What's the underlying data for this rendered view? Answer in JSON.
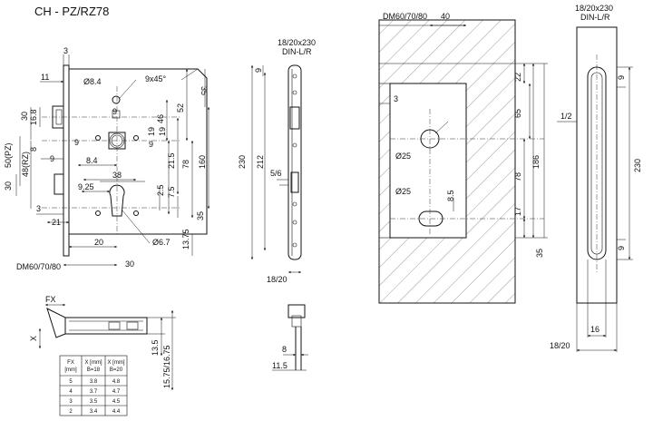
{
  "title": "CH - PZ/RZ78",
  "labels": {
    "d3_top": "3",
    "d11": "11",
    "d84": "Ø8.4",
    "chamfer": "9x45°",
    "d35a": "35",
    "d16_8": "16.8",
    "d30a": "30",
    "d9a": "9",
    "d8a": "8",
    "d9b": "9",
    "d9c": "9",
    "d50pz": "50(PZ)",
    "d48rz": "48(RZ)",
    "d9d": "9",
    "d30b": "30",
    "d8_4": "8.4",
    "d38": "38",
    "d9_25": "9.25",
    "d3b": "3",
    "d21": "21",
    "d20": "20",
    "d6_7": "Ø6.7",
    "d30c": "30",
    "d52": "52",
    "d46": "46",
    "d19a": "19",
    "d19b": "19",
    "d21_5": "21.5",
    "d78": "78",
    "d160": "160",
    "d7_5": "7.5",
    "d2_5": "2.5",
    "d35b": "35",
    "d13_75": "13.75",
    "dm_left": "DM60/70/80",
    "fp_top": "18/20x230",
    "fp_din": "DIN-L/R",
    "d9e": "9",
    "d212": "212",
    "d230a": "230",
    "d5_6": "5/6",
    "d18_20a": "18/20",
    "fx": "FX",
    "x": "X",
    "d13_5": "13.5",
    "d15_75": "15.75/16.75",
    "d8b": "8",
    "d11_5": "11.5",
    "dm_right": "DM60/70/80",
    "d40": "40",
    "d3c": "3",
    "d25a": "Ø25",
    "d25b": "Ø25",
    "d8_5": "8.5",
    "d22": "22",
    "d65": "65",
    "d186": "186",
    "d78b": "78",
    "d17": "17",
    "d35c": "35",
    "fp2_top": "18/20x230",
    "fp2_din": "DIN-L/R",
    "d9f": "9",
    "d1_2": "1/2",
    "d230b": "230",
    "d9g": "9",
    "d16": "16",
    "d18_20b": "18/20"
  },
  "table": {
    "headers": [
      [
        "FX",
        "[mm]"
      ],
      [
        "X [mm]",
        "B=18"
      ],
      [
        "X [mm]",
        "B=20"
      ]
    ],
    "rows": [
      [
        "5",
        "3.8",
        "4.8"
      ],
      [
        "4",
        "3.7",
        "4.7"
      ],
      [
        "3",
        "3.5",
        "4.5"
      ],
      [
        "2",
        "3.4",
        "4.4"
      ]
    ]
  }
}
